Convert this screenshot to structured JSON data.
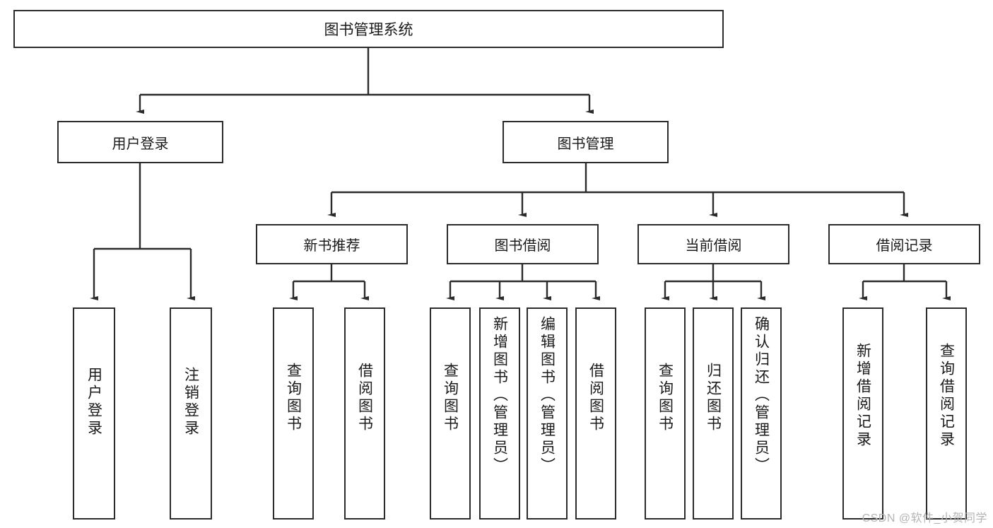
{
  "diagram": {
    "type": "tree-hierarchy-chart",
    "title": "图书管理系统",
    "root": {
      "id": "root",
      "label": "图书管理系统"
    },
    "level2": [
      {
        "id": "user-login",
        "label": "用户登录"
      },
      {
        "id": "book-manage",
        "label": "图书管理"
      }
    ],
    "level3": [
      {
        "id": "new-book-recommend",
        "label": "新书推荐",
        "parent": "book-manage"
      },
      {
        "id": "book-borrow",
        "label": "图书借阅",
        "parent": "book-manage"
      },
      {
        "id": "current-borrow",
        "label": "当前借阅",
        "parent": "book-manage"
      },
      {
        "id": "borrow-record",
        "label": "借阅记录",
        "parent": "book-manage"
      }
    ],
    "leaves": [
      {
        "id": "leaf-user-login",
        "label": "用户登录",
        "parent": "user-login"
      },
      {
        "id": "leaf-user-logout",
        "label": "注销登录",
        "parent": "user-login"
      },
      {
        "id": "leaf-query-book-1",
        "label": "查询图书",
        "parent": "new-book-recommend"
      },
      {
        "id": "leaf-borrow-book-1",
        "label": "借阅图书",
        "parent": "new-book-recommend"
      },
      {
        "id": "leaf-query-book-2",
        "label": "查询图书",
        "parent": "book-borrow"
      },
      {
        "id": "leaf-add-book",
        "label": "新增图书（管理员）",
        "parent": "book-borrow"
      },
      {
        "id": "leaf-edit-book",
        "label": "编辑图书（管理员）",
        "parent": "book-borrow"
      },
      {
        "id": "leaf-borrow-book-2",
        "label": "借阅图书",
        "parent": "book-borrow"
      },
      {
        "id": "leaf-query-book-3",
        "label": "查询图书",
        "parent": "current-borrow"
      },
      {
        "id": "leaf-return-book",
        "label": "归还图书",
        "parent": "current-borrow"
      },
      {
        "id": "leaf-confirm-return",
        "label": "确认归还（管理员）",
        "parent": "current-borrow"
      },
      {
        "id": "leaf-add-record",
        "label": "新增借阅记录",
        "parent": "borrow-record"
      },
      {
        "id": "leaf-query-record",
        "label": "查询借阅记录",
        "parent": "borrow-record"
      }
    ]
  },
  "watermark": {
    "text": "CSDN @软件_小贺同学"
  },
  "colors": {
    "stroke": "#2b2b2b",
    "text": "#1a1a1a",
    "background": "#ffffff",
    "watermark": "#b4b4b4"
  }
}
